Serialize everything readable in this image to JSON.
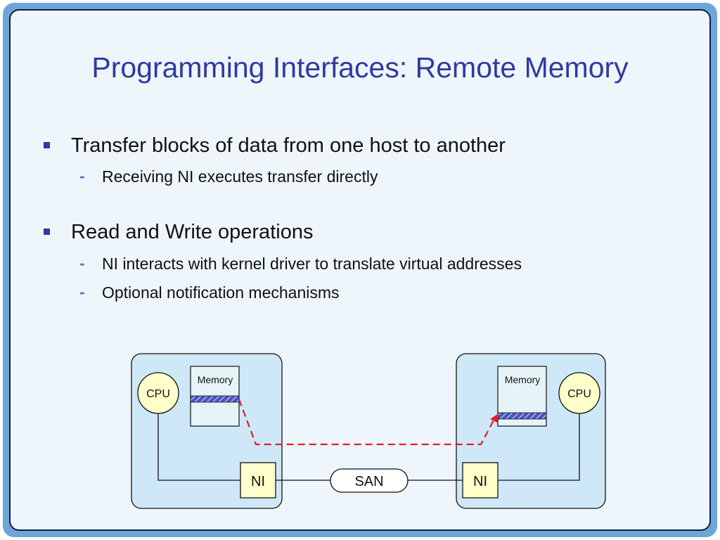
{
  "title": "Programming Interfaces: Remote Memory",
  "bullets": [
    {
      "text": "Transfer blocks of data from one host to another",
      "subs": [
        "Receiving NI executes transfer directly"
      ]
    },
    {
      "text": "Read and Write operations",
      "subs": [
        "NI interacts with kernel driver to translate virtual addresses",
        "Optional notification mechanisms"
      ]
    }
  ],
  "sub_marker": "-",
  "diagram": {
    "left_host": {
      "cpu": "CPU",
      "memory": "Memory",
      "ni": "NI"
    },
    "right_host": {
      "cpu": "CPU",
      "memory": "Memory",
      "ni": "NI"
    },
    "network": "SAN"
  },
  "colors": {
    "frame": "#6ea6d8",
    "slide_bg": "#eef6fc",
    "title": "#2f3aa0",
    "host_box": "#cfe8f8",
    "node_fill": "#ffffcc",
    "memory_fill": "#e6f4f8",
    "transfer_path": "#e02020"
  }
}
